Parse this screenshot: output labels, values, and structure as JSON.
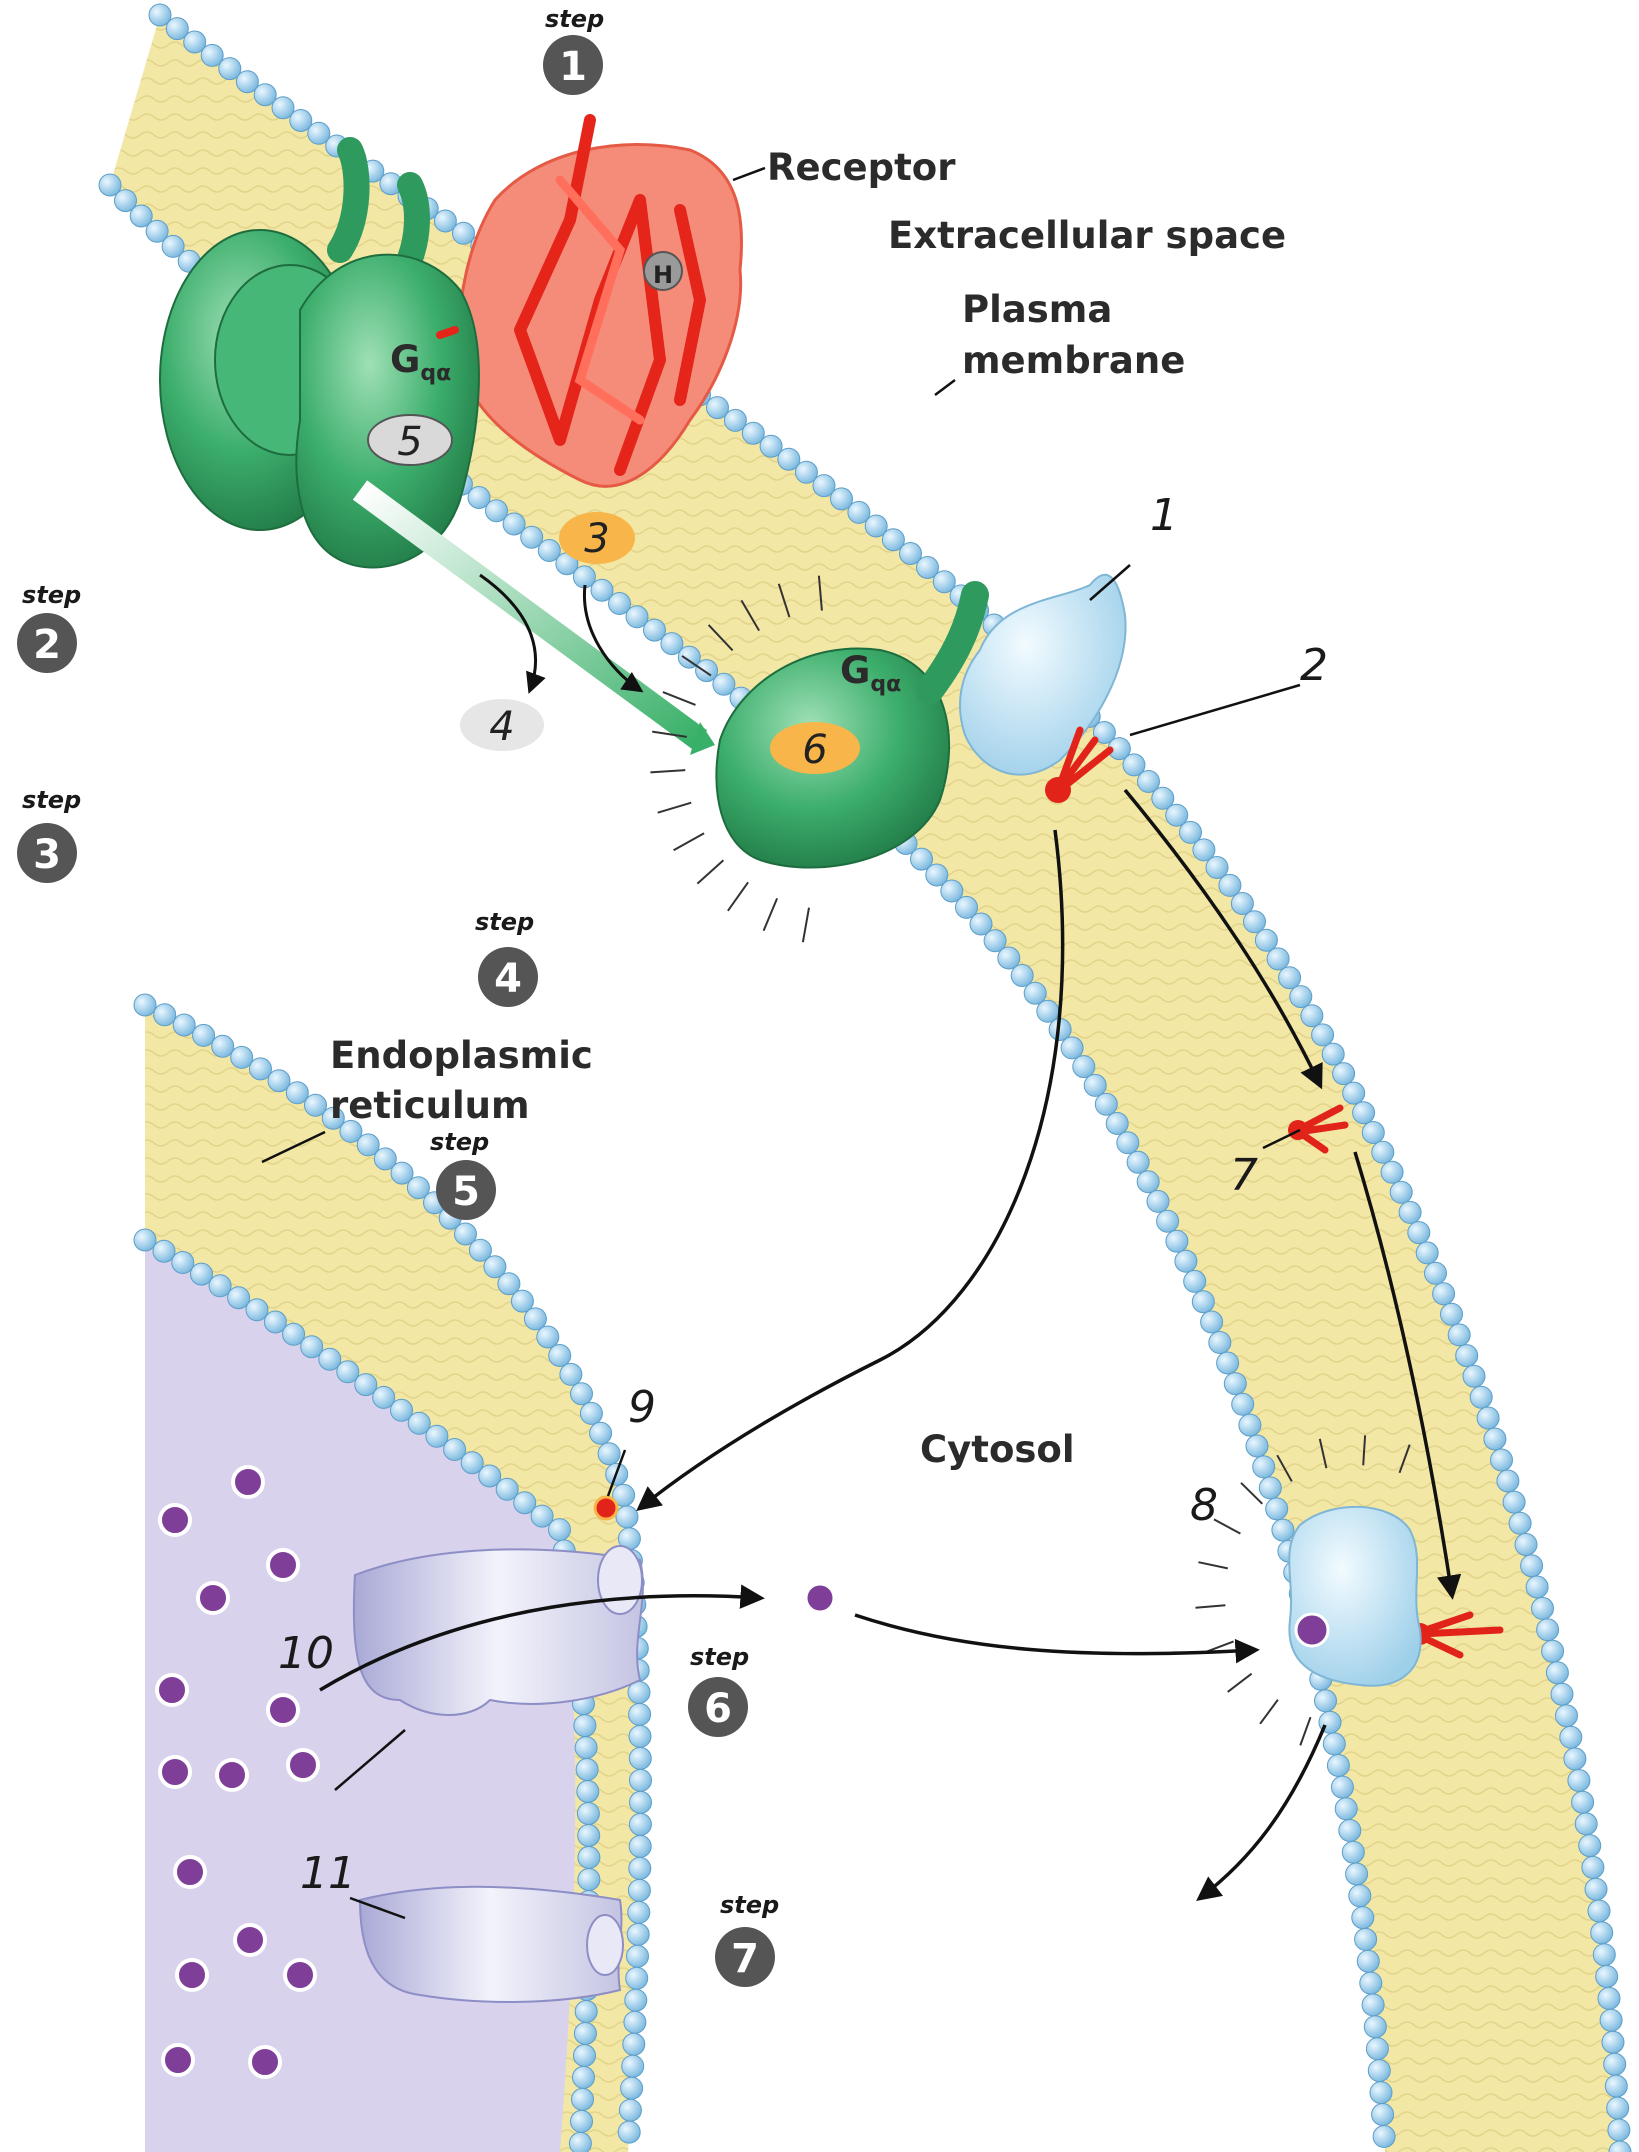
{
  "labels": {
    "receptor": "Receptor",
    "extracellular": "Extracellular space",
    "plasma_membrane_1": "Plasma",
    "plasma_membrane_2": "membrane",
    "er_1": "Endoplasmic",
    "er_2": "reticulum",
    "cytosol": "Cytosol",
    "hormone": "H",
    "gqa_main": "G",
    "gqa_sub": "qα",
    "gqa2_main": "G",
    "gqa2_sub": "qα"
  },
  "steps": [
    {
      "word": "step",
      "number": "1"
    },
    {
      "word": "step",
      "number": "2"
    },
    {
      "word": "step",
      "number": "3"
    },
    {
      "word": "step",
      "number": "4"
    },
    {
      "word": "step",
      "number": "5"
    },
    {
      "word": "step",
      "number": "6"
    },
    {
      "word": "step",
      "number": "7"
    }
  ],
  "handwritten_numbers": {
    "n1": "1",
    "n2": "2",
    "n3": "3",
    "n4": "4",
    "n5": "5",
    "n6": "6",
    "n7": "7",
    "n8": "8",
    "n9": "9",
    "n10": "10",
    "n11": "11"
  },
  "colors": {
    "membrane_fill": "#f3e7a6",
    "lipid_head": "#a9d4ef",
    "receptor": "#f0715a",
    "g_protein": "#3aa96a",
    "effector": "#bfe3f6",
    "er_lumen": "#d8d2ec",
    "calcium": "#7f3f98",
    "badge": "#555555",
    "pip2_red": "#e2231a"
  }
}
